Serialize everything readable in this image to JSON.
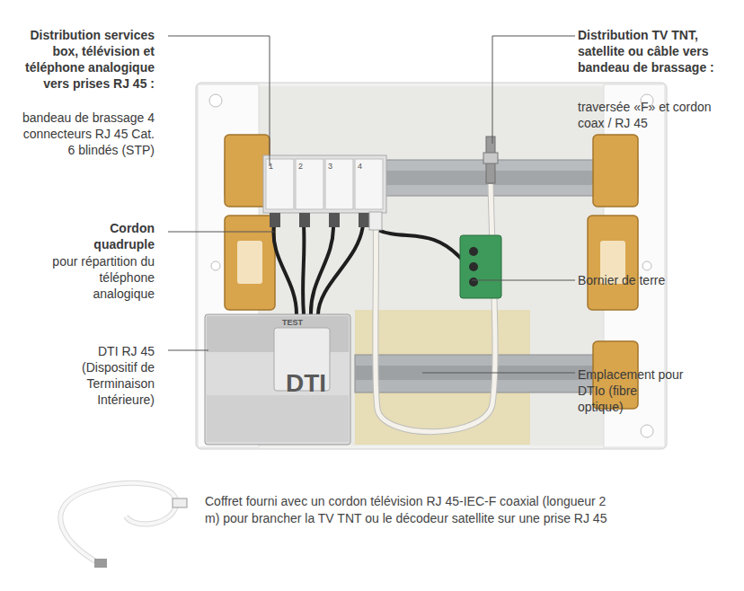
{
  "diagram": {
    "caption": "Coffret fourni avec un cordon télévision RJ 45-IEC-F coaxial (longueur 2 m) pour brancher la TV TNT ou le décodeur satellite sur une prise RJ 45",
    "labels": [
      "Distribution services box, télévision et téléphone analogique vers prises RJ 45 :",
      "bandeau de brassage 4 connecteurs RJ 45 Cat. 6 blindés (STP)",
      "Distribution TV TNT, satellite ou câble vers bandeau de brassage :",
      "traversée «F» et cordon coax / RJ 45",
      "Cordon quadruple",
      "pour répartition du téléphone analogique",
      "DTI RJ 45 (Dispositif de Terminaison Intérieure)",
      "Bornier de terre",
      "Emplacement pour DTIo (fibre optique)",
      "1",
      "2",
      "3",
      "4",
      "TEST",
      "DTI"
    ]
  }
}
